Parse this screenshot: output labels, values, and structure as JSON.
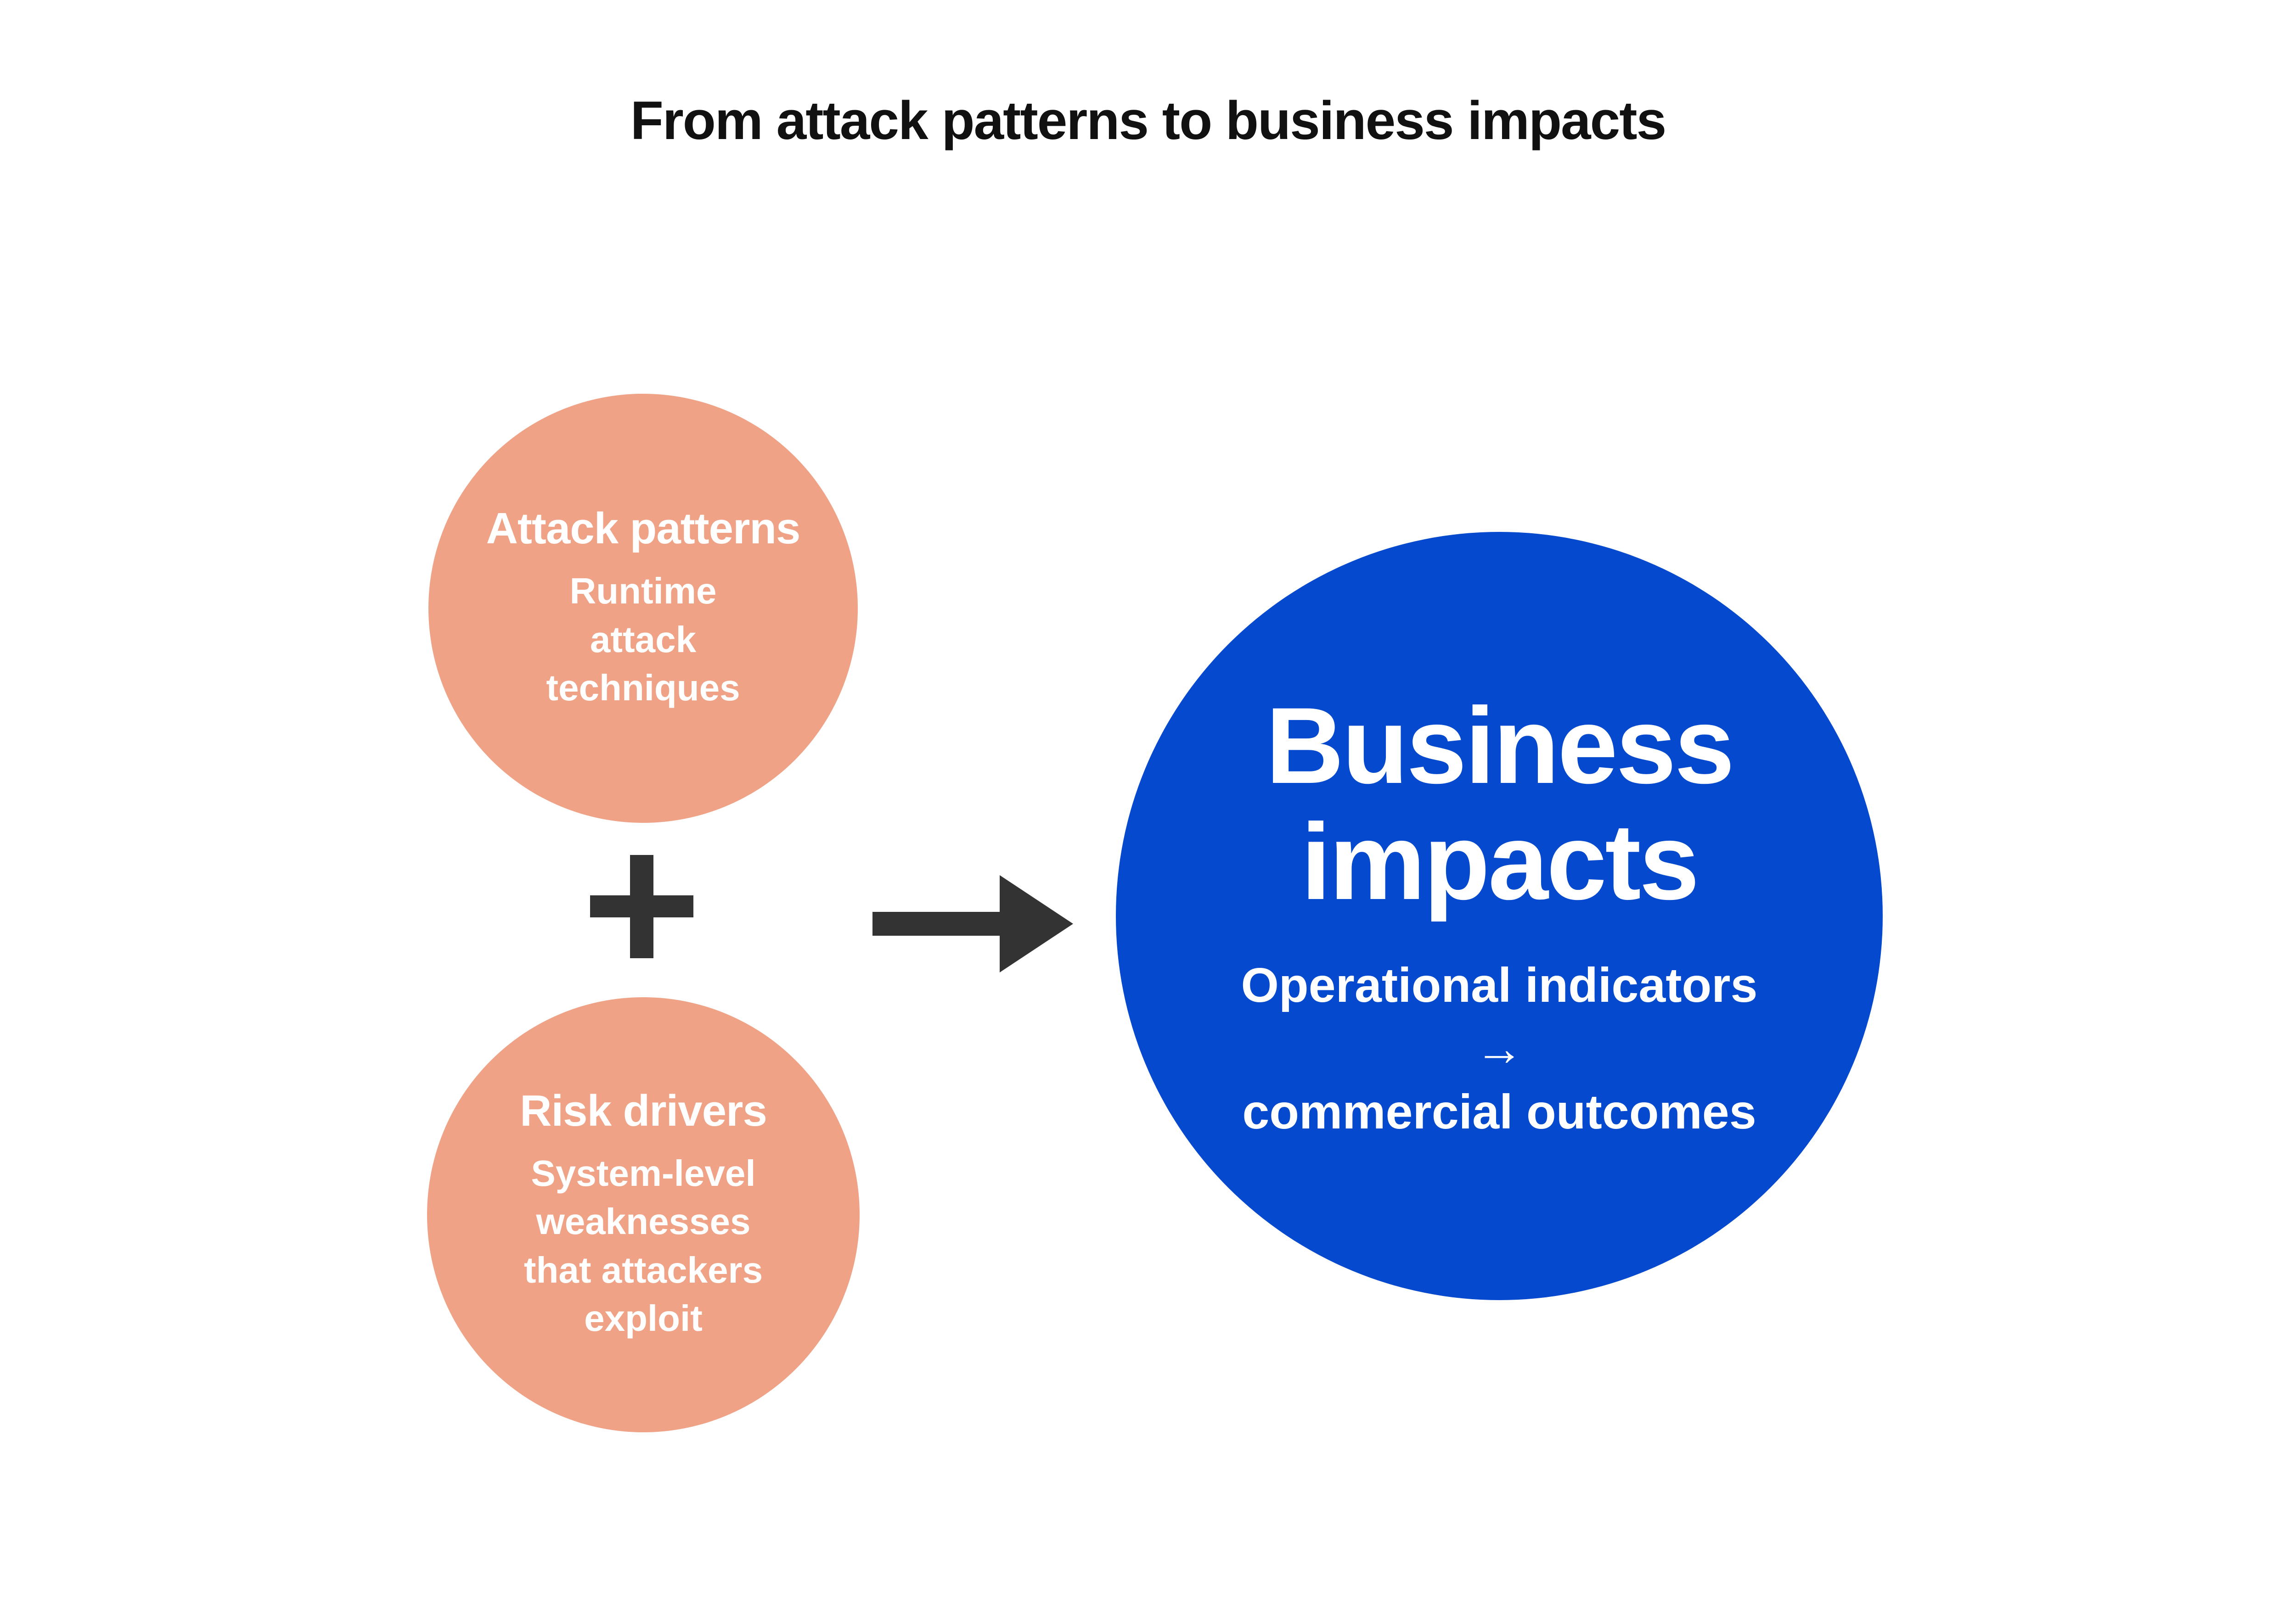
{
  "title": "From attack patterns to business impacts",
  "colors": {
    "background": "#FFFFFF",
    "salmon_circle": "#EFA285",
    "blue_circle": "#0549CE",
    "operator_dark": "#333333",
    "title_text": "#111111",
    "circle_text": "#FFFFFF"
  },
  "circles": {
    "attack_patterns": {
      "heading": "Attack patterns",
      "subtitle_lines": [
        "Runtime",
        "attack",
        "techniques"
      ]
    },
    "risk_drivers": {
      "heading": "Risk drivers",
      "subtitle_lines": [
        "System-level",
        "weaknesses",
        "that attackers",
        "exploit"
      ]
    },
    "business_impacts": {
      "heading_lines": [
        "Business",
        "impacts"
      ],
      "subtitle_lines": [
        "Operational indicators",
        "→",
        "commercial outcomes"
      ]
    }
  },
  "icons": {
    "plus": "plus-icon",
    "arrow_right": "arrow-right-icon"
  }
}
